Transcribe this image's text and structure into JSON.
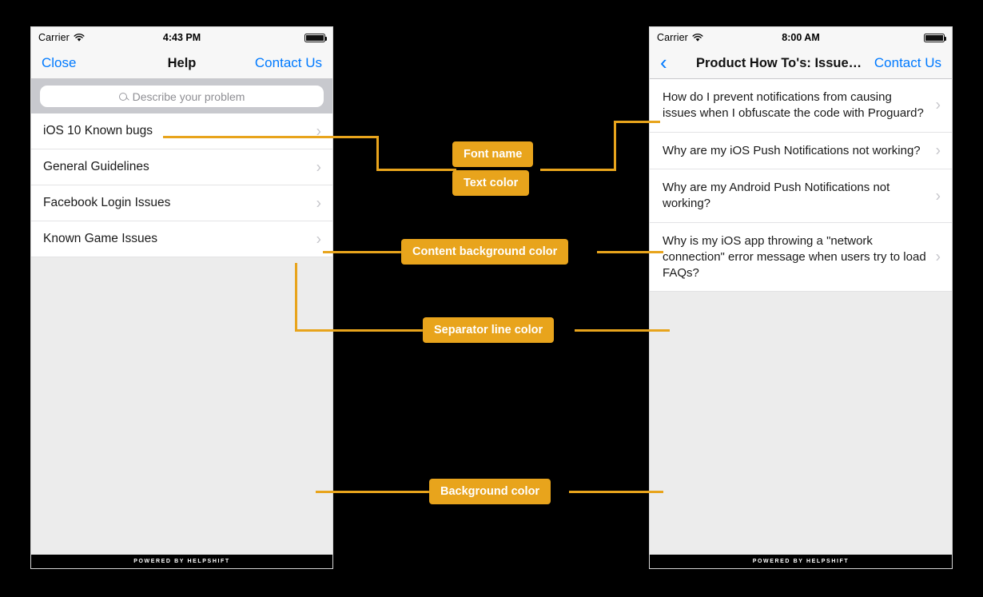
{
  "annotations": [
    {
      "id": "font-name",
      "label": "Font name"
    },
    {
      "id": "text-color",
      "label": "Text color"
    },
    {
      "id": "content-background",
      "label": "Content background color"
    },
    {
      "id": "separator-line",
      "label": "Separator line color"
    },
    {
      "id": "background",
      "label": "Background color"
    }
  ],
  "theme": {
    "annotation_color": "#e8a41c",
    "annotation_text_color": "#ffffff",
    "page_background": "#000000",
    "content_background": "#ffffff",
    "screen_background": "#ececec",
    "separator_color": "#e3e3e5",
    "text_color": "#1a1a1a",
    "tint_color": "#007aff",
    "navbar_background": "#f7f7f7",
    "searchbar_background": "#c8c9ce"
  },
  "left_phone": {
    "status_bar": {
      "carrier": "Carrier",
      "time": "4:43 PM",
      "wifi_icon": "wifi-icon",
      "battery_icon": "battery-icon"
    },
    "nav": {
      "left_button": "Close",
      "title": "Help",
      "right_button": "Contact Us"
    },
    "search": {
      "placeholder": "Describe your problem",
      "icon": "search-icon"
    },
    "sections": [
      {
        "label": "iOS 10 Known bugs",
        "accessory": "chevron-right-icon"
      },
      {
        "label": "General Guidelines",
        "accessory": "chevron-right-icon"
      },
      {
        "label": "Facebook Login Issues",
        "accessory": "chevron-right-icon"
      },
      {
        "label": "Known Game Issues",
        "accessory": "chevron-right-icon"
      }
    ],
    "footer": "POWERED BY HELPSHIFT"
  },
  "right_phone": {
    "status_bar": {
      "carrier": "Carrier",
      "time": "8:00 AM",
      "wifi_icon": "wifi-icon",
      "battery_icon": "battery-icon"
    },
    "nav": {
      "back_icon": "chevron-left-icon",
      "title": "Product How To's: Issue…",
      "right_button": "Contact Us"
    },
    "faqs": [
      {
        "label": "How do I prevent notifications from causing issues when I obfuscate the code with Proguard?",
        "accessory": "chevron-right-icon"
      },
      {
        "label": "Why are my iOS Push Notifications not working?",
        "accessory": "chevron-right-icon"
      },
      {
        "label": "Why are my Android Push Notifications not working?",
        "accessory": "chevron-right-icon"
      },
      {
        "label": "Why is my iOS app throwing a \"network connection\" error message when users try to load FAQs?",
        "accessory": "chevron-right-icon"
      }
    ],
    "footer": "POWERED BY HELPSHIFT"
  }
}
